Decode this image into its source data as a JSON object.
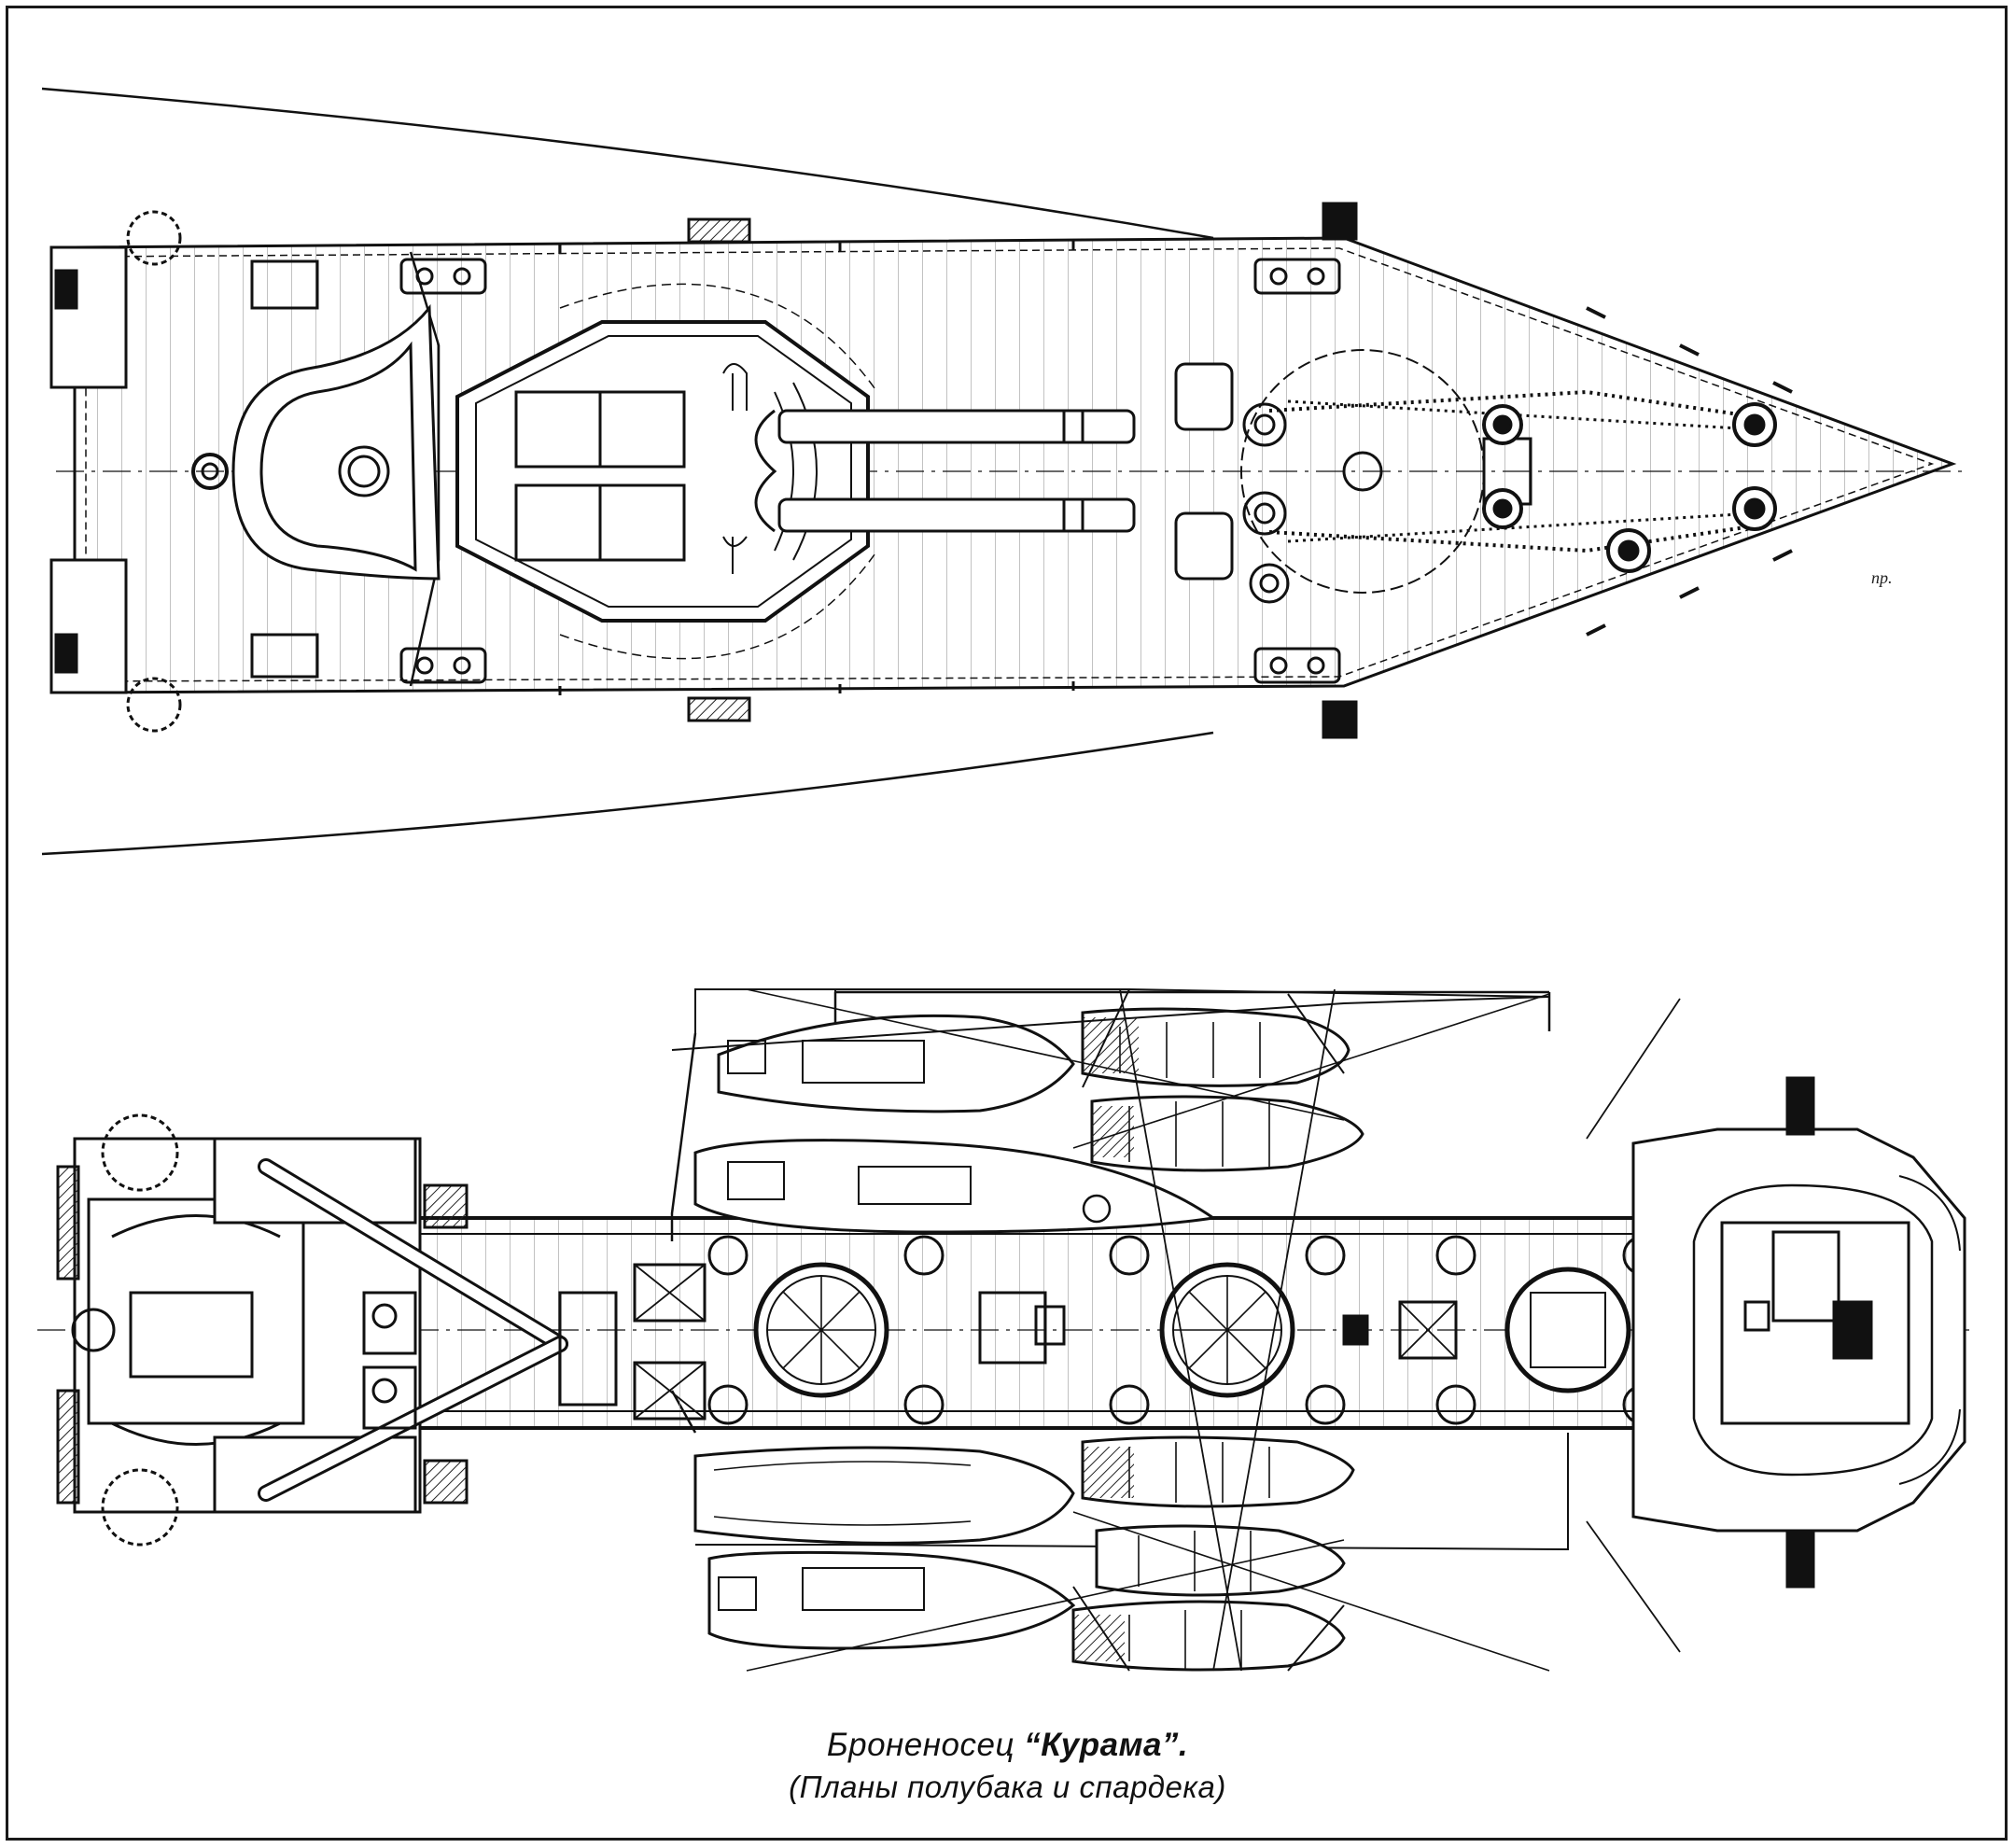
{
  "caption": {
    "type_word": "Броненосец",
    "ship_name": "“Курама”.",
    "subtitle": "(Планы полубака и спардека)"
  },
  "annotations": {
    "forecastle_mark": "пр."
  }
}
